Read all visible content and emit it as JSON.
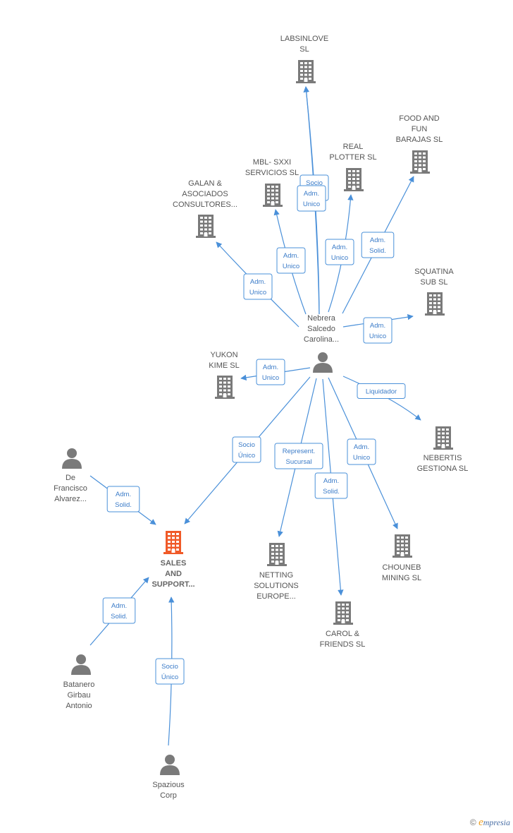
{
  "colors": {
    "edge": "#4a90d9",
    "node": "#7a7a7a",
    "focus": "#f05a28",
    "label": "#555555"
  },
  "nodes": [
    {
      "id": "center",
      "kind": "person",
      "lines": [
        "Nebrera",
        "Salcedo",
        "Carolina..."
      ]
    },
    {
      "id": "sales",
      "kind": "company",
      "focus": true,
      "lines": [
        "SALES",
        "AND",
        "SUPPORT..."
      ]
    },
    {
      "id": "labsinlove",
      "kind": "company",
      "lines": [
        "LABSINLOVE",
        "SL"
      ]
    },
    {
      "id": "foodfun",
      "kind": "company",
      "lines": [
        "FOOD AND",
        "FUN",
        "BARAJAS  SL"
      ]
    },
    {
      "id": "realplotter",
      "kind": "company",
      "lines": [
        "REAL",
        "PLOTTER  SL"
      ]
    },
    {
      "id": "mbl",
      "kind": "company",
      "lines": [
        "MBL- SXXI",
        "SERVICIOS  SL"
      ]
    },
    {
      "id": "galan",
      "kind": "company",
      "lines": [
        "GALAN &",
        "ASOCIADOS",
        "CONSULTORES..."
      ]
    },
    {
      "id": "squatina",
      "kind": "company",
      "lines": [
        "SQUATINA",
        "SUB  SL"
      ]
    },
    {
      "id": "yukon",
      "kind": "company",
      "lines": [
        "YUKON",
        "KIME  SL"
      ]
    },
    {
      "id": "nebertis",
      "kind": "company",
      "lines": [
        "NEBERTIS",
        "GESTIONA SL"
      ]
    },
    {
      "id": "netting",
      "kind": "company",
      "lines": [
        "NETTING",
        "SOLUTIONS",
        "EUROPE..."
      ]
    },
    {
      "id": "carol",
      "kind": "company",
      "lines": [
        "CAROL &",
        "FRIENDS  SL"
      ]
    },
    {
      "id": "chouneb",
      "kind": "company",
      "lines": [
        "CHOUNEB",
        "MINING  SL"
      ]
    },
    {
      "id": "defrancisco",
      "kind": "person",
      "lines": [
        "De",
        "Francisco",
        "Alvarez..."
      ]
    },
    {
      "id": "batanero",
      "kind": "person",
      "lines": [
        "Batanero",
        "Girbau",
        "Antonio"
      ]
    },
    {
      "id": "spazious",
      "kind": "person",
      "lines": [
        "Spazious",
        "Corp"
      ]
    }
  ],
  "edges": [
    {
      "from": "center",
      "to": "labsinlove",
      "label": [
        "Socio",
        "Único"
      ]
    },
    {
      "from": "center",
      "to": "labsinlove",
      "label": [
        "Adm.",
        "Unico"
      ]
    },
    {
      "from": "center",
      "to": "foodfun",
      "label": [
        "Adm.",
        "Solid."
      ]
    },
    {
      "from": "center",
      "to": "realplotter",
      "label": [
        "Adm.",
        "Unico"
      ]
    },
    {
      "from": "center",
      "to": "mbl",
      "label": [
        "Adm.",
        "Unico"
      ]
    },
    {
      "from": "center",
      "to": "galan",
      "label": [
        "Adm.",
        "Unico"
      ]
    },
    {
      "from": "center",
      "to": "squatina",
      "label": [
        "Adm.",
        "Unico"
      ]
    },
    {
      "from": "center",
      "to": "yukon",
      "label": [
        "Adm.",
        "Unico"
      ]
    },
    {
      "from": "center",
      "to": "nebertis",
      "label": [
        "Liquidador"
      ]
    },
    {
      "from": "center",
      "to": "sales",
      "label": [
        "Socio",
        "Único"
      ]
    },
    {
      "from": "center",
      "to": "netting",
      "label": [
        "Represent.",
        "Sucursal"
      ]
    },
    {
      "from": "center",
      "to": "carol",
      "label": [
        "Adm.",
        "Solid."
      ]
    },
    {
      "from": "center",
      "to": "chouneb",
      "label": [
        "Adm.",
        "Unico"
      ]
    },
    {
      "from": "defrancisco",
      "to": "sales",
      "label": [
        "Adm.",
        "Solid."
      ]
    },
    {
      "from": "batanero",
      "to": "sales",
      "label": [
        "Adm.",
        "Solid."
      ]
    },
    {
      "from": "spazious",
      "to": "sales",
      "label": [
        "Socio",
        "Único"
      ]
    }
  ],
  "brand": {
    "copyright": "©",
    "first_letter": "e",
    "rest": "mpresia"
  }
}
